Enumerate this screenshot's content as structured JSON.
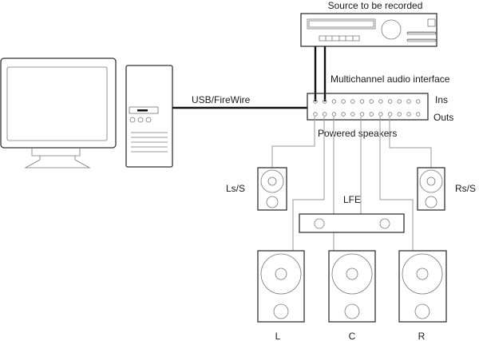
{
  "labels": {
    "source": "Source to be recorded",
    "interface": "Multichannel audio interface",
    "ins": "Ins",
    "outs": "Outs",
    "powered_speakers": "Powered speakers",
    "connection": "USB/FireWire",
    "ls": "Ls/S",
    "rs": "Rs/S",
    "lfe": "LFE",
    "l": "L",
    "c": "C",
    "r": "R"
  }
}
